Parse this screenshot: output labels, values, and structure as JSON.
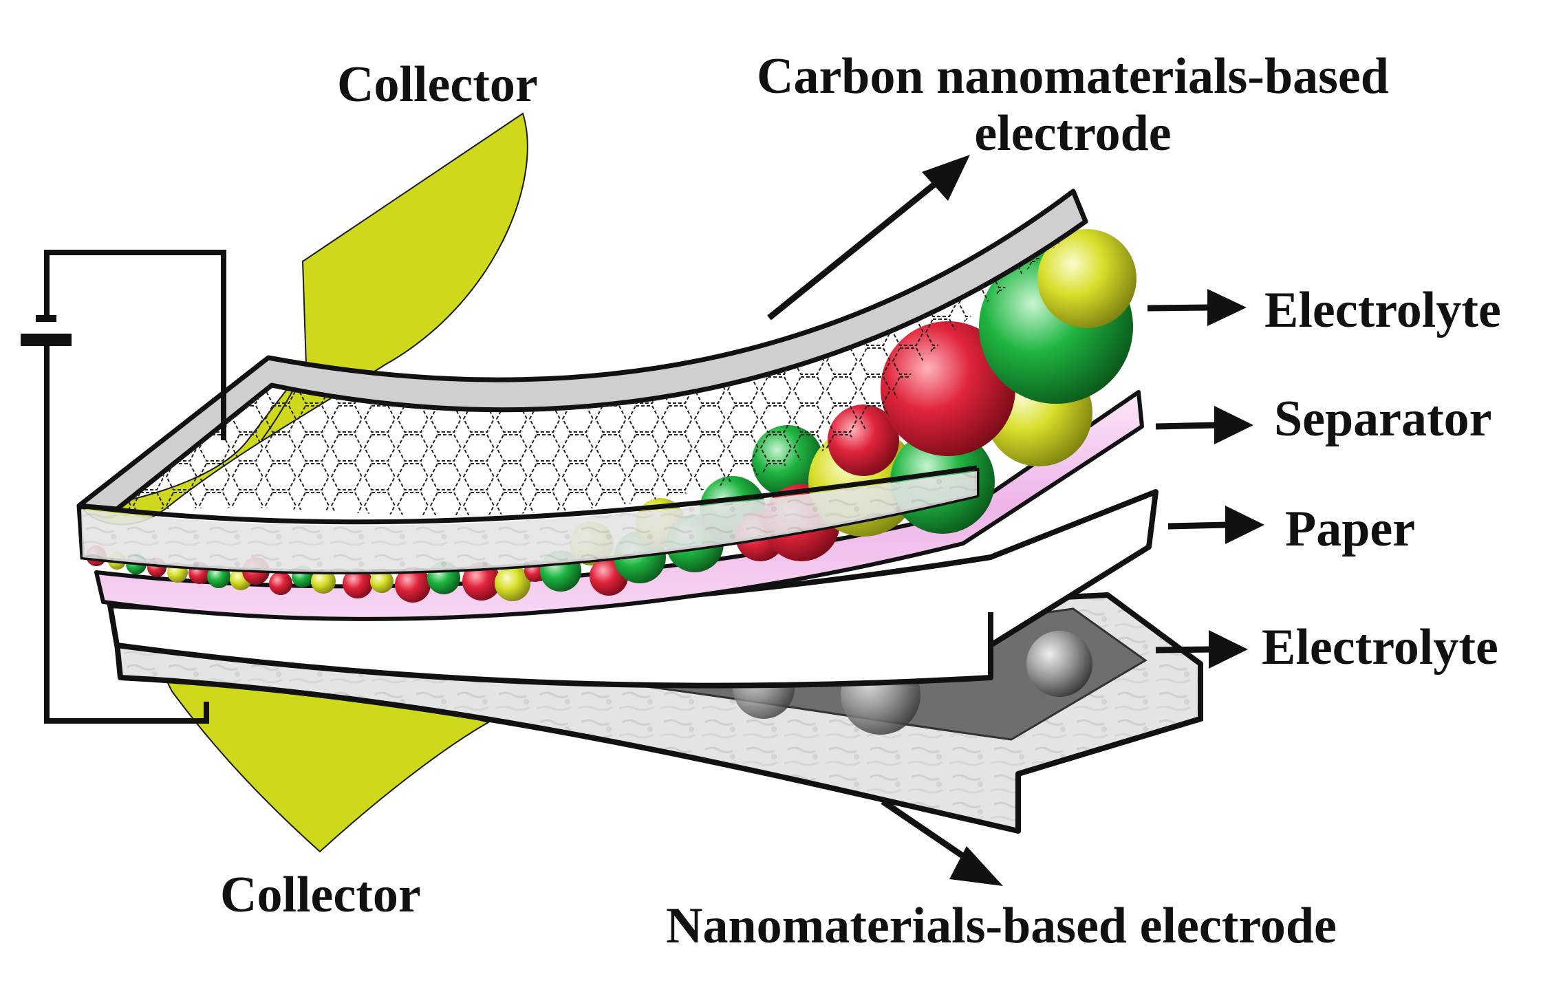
{
  "labels": {
    "collector_top": "Collector",
    "carbon_electrode_line1": "Carbon nanomaterials-based",
    "carbon_electrode_line2": "electrode",
    "electrolyte_top": "Electrolyte",
    "separator": "Separator",
    "paper": "Paper",
    "electrolyte_bottom": "Electrolyte",
    "collector_bottom": "Collector",
    "nano_electrode": "Nanomaterials-based electrode"
  },
  "colors": {
    "collector": "#cfd91c",
    "separator": "#f2c8ee",
    "sphere_red": "#e0243b",
    "sphere_green": "#1fb541",
    "sphere_yellow": "#d7df2a",
    "outline": "#111111",
    "electrode_fill": "#e6e6e6"
  }
}
